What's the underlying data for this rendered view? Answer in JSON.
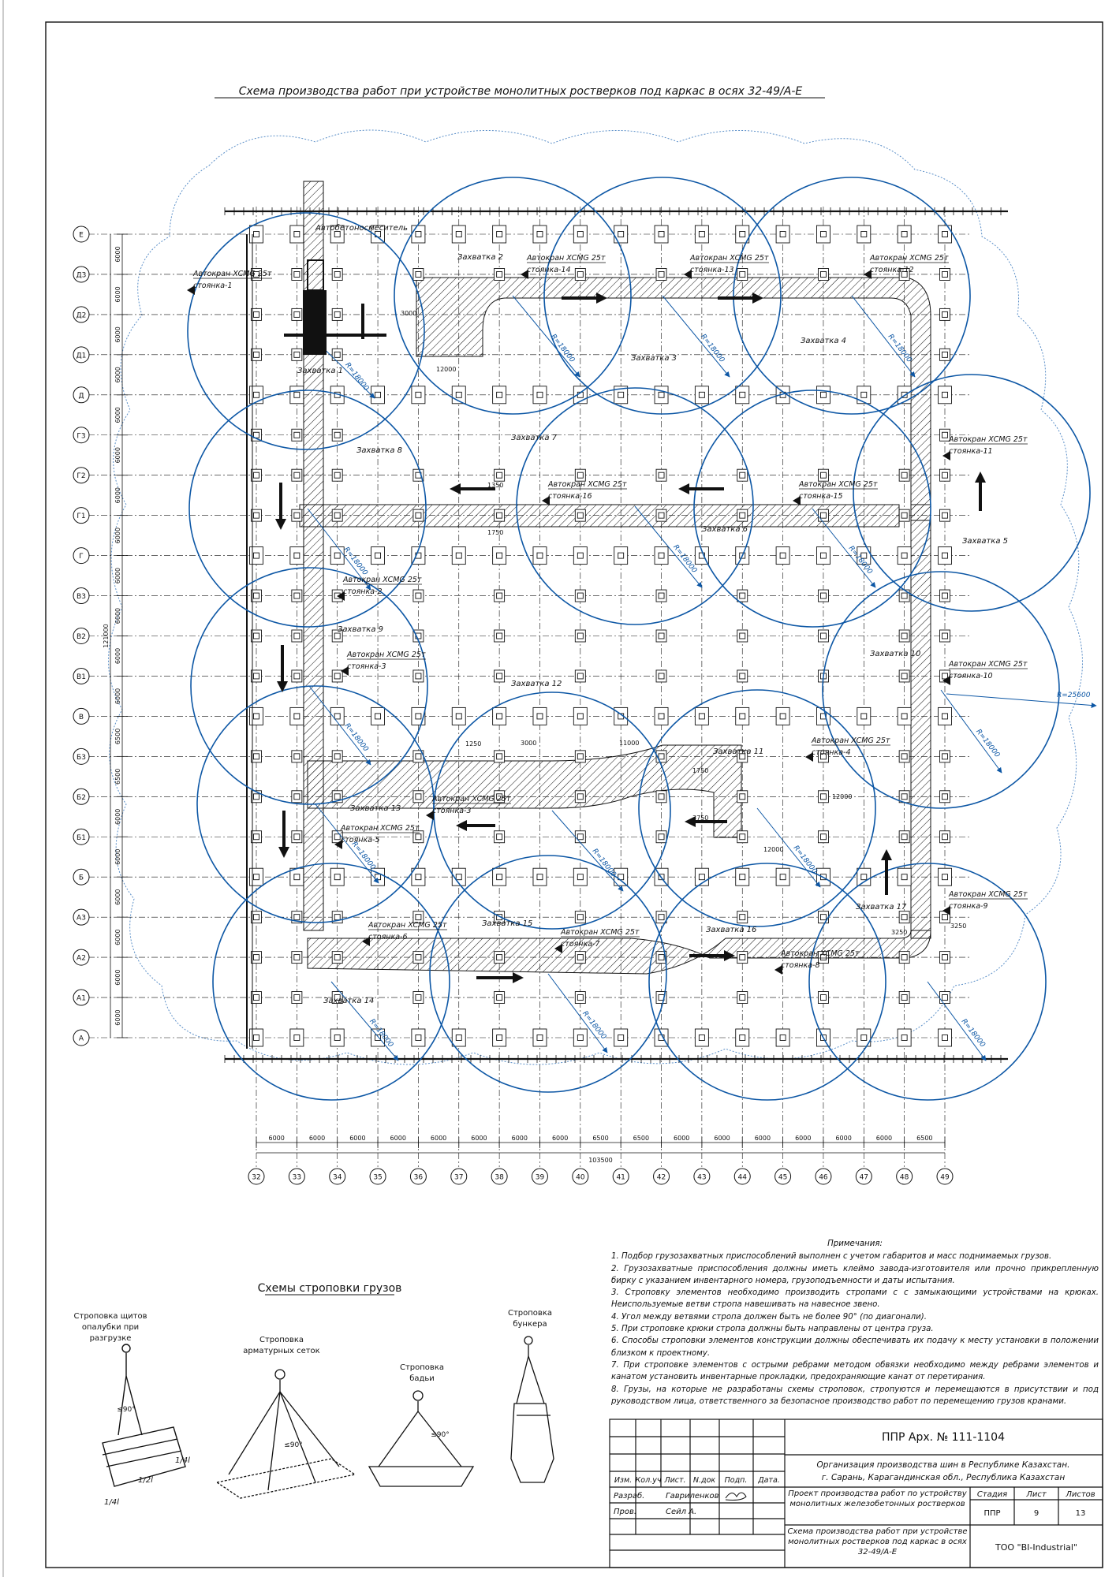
{
  "title": "Схема производства работ при устройстве монолитных ростверков под каркас в осях 32-49/А-Е",
  "row_axes": [
    "Е",
    "Д3",
    "Д2",
    "Д1",
    "Д",
    "Г3",
    "Г2",
    "Г1",
    "Г",
    "В3",
    "В2",
    "В1",
    "В",
    "Б3",
    "Б2",
    "Б1",
    "Б",
    "А3",
    "А2",
    "А1",
    "А"
  ],
  "row_dims": [
    "6000",
    "6000",
    "6000",
    "6000",
    "6000",
    "6000",
    "6000",
    "6000",
    "6000",
    "6000",
    "6000",
    "6000",
    "6500",
    "6500",
    "6000",
    "6000",
    "6000",
    "6000",
    "6000",
    "6000"
  ],
  "total_height_dim": "121000",
  "col_axes": [
    "32",
    "33",
    "34",
    "35",
    "36",
    "37",
    "38",
    "39",
    "40",
    "41",
    "42",
    "43",
    "44",
    "45",
    "46",
    "47",
    "48",
    "49"
  ],
  "col_dims": [
    "6000",
    "6000",
    "6000",
    "6000",
    "6000",
    "6000",
    "6000",
    "6000",
    "6500",
    "6500",
    "6000",
    "6000",
    "6000",
    "6000",
    "6000",
    "6000",
    "6500"
  ],
  "total_width_dim": "103500",
  "zones": [
    "Захватка 1",
    "Захватка 2",
    "Захватка 3",
    "Захватка 4",
    "Захватка 5",
    "Захватка 6",
    "Захватка 7",
    "Захватка 8",
    "Захватка 9",
    "Захватка 10",
    "Захватка 11",
    "Захватка 12",
    "Захватка 13",
    "Захватка 14",
    "Захватка 15",
    "Захватка 16",
    "Захватка 17"
  ],
  "cranes": [
    {
      "label": "Автокран XCMG 25т",
      "stand": "стоянка-1"
    },
    {
      "label": "Автокран XCMG 25т",
      "stand": "стоянка-14"
    },
    {
      "label": "Автокран XCMG 25т",
      "stand": "стоянка-13"
    },
    {
      "label": "Автокран XCMG 25т",
      "stand": "стоянка-12"
    },
    {
      "label": "Автокран XCMG 25т",
      "stand": "стоянка-11"
    },
    {
      "label": "Автокран XCMG 25т",
      "stand": "стоянка-16"
    },
    {
      "label": "Автокран XCMG 25т",
      "stand": "стоянка-15"
    },
    {
      "label": "Автокран XCMG 25т",
      "stand": "стоянка-2"
    },
    {
      "label": "Автокран XCMG 25т",
      "stand": "стоянка-3"
    },
    {
      "label": "Автокран XCMG 25т",
      "stand": "стоянка-10"
    },
    {
      "label": "Автокран XCMG 25т",
      "stand": "стоянка-4"
    },
    {
      "label": "Автокран XCMG 25т",
      "stand": "стоянка-3"
    },
    {
      "label": "Автокран XCMG 25т",
      "stand": "стоянка-5"
    },
    {
      "label": "Автокран XCMG 25т",
      "stand": "стоянка-9"
    },
    {
      "label": "Автокран XCMG 25т",
      "stand": "стоянка-6"
    },
    {
      "label": "Автокран XCMG 25т",
      "stand": "стоянка-7"
    },
    {
      "label": "Автокран XCMG 25т",
      "stand": "стоянка-8"
    }
  ],
  "radius_label": "R=18000",
  "outer_radius_label": "R=25600",
  "mixer_label": "Автобетоносмеситель",
  "misc_dims": [
    "12000",
    "3000",
    "1350",
    "1750",
    "1250",
    "3000",
    "11000",
    "1750",
    "3750",
    "12000",
    "12000",
    "3250",
    "3250"
  ],
  "slinging": {
    "heading": "Схемы строповки грузов",
    "items": [
      {
        "caption": "Строповка щитов опалубки при разгрузке",
        "angle": "≤90°"
      },
      {
        "caption": "Строповка арматурных сеток",
        "angle": "≤90°"
      },
      {
        "caption": "Строповка бадьи",
        "angle": "≤90°"
      },
      {
        "caption": "Строповка бункера",
        "angle": ""
      }
    ],
    "fractions": [
      "1/4l",
      "1/2l",
      "1/4l"
    ]
  },
  "notes": {
    "title": "Примечания:",
    "items": [
      "1. Подбор грузозахватных приспособлений выполнен с учетом габаритов и масс поднимаемых грузов.",
      "2. Грузозахватные приспособления должны иметь клеймо завода-изготовителя или прочно прикрепленную бирку с указанием инвентарного номера, грузоподъемности и даты испытания.",
      "3. Строповку элементов необходимо производить стропами с с замыкающими устройствами на крюках. Неиспользуемые ветви стропа навешивать на навесное звено.",
      "4. Угол между ветвями стропа должен быть не более 90° (по диагонали).",
      "5. При строповке крюки стропа должны быть направлены от центра груза.",
      "6. Способы строповки элементов конструкции должны обеспечивать их подачу к месту установки в положении близком к проектному.",
      "7. При строповке элементов с острыми ребрами методом обвязки необходимо между ребрами элементов и канатом установить инвентарные прокладки, предохраняющие канат от перетирания.",
      "8. Грузы, на которые не разработаны схемы строповок, стропуются и перемещаются в присутствии и под руководством лица, ответственного за безопасное производство работ по перемещению грузов кранами."
    ]
  },
  "stamp": {
    "doc_code": "ППР Арх. № 111-1104",
    "org_line1": "Организация производства шин в Республике Казахстан.",
    "org_line2": "г. Сарань, Карагандинская обл., Республика Казахстан",
    "cols": [
      "Изм.",
      "Кол.уч",
      "Лист.",
      "N.док",
      "Подп.",
      "Дата."
    ],
    "role1": "Разраб.",
    "name1": "Гавриленков",
    "role2": "Пров.",
    "name2": "Сейл А.",
    "project": "Проект производства работ по устройству монолитных железобетонных ростверков",
    "stage_label": "Стадия",
    "sheet_label": "Лист",
    "sheets_label": "Листов",
    "stage": "ППР",
    "sheet": "9",
    "sheets": "13",
    "drawing_title": "Схема производства работ при устройстве монолитных ростверков под каркас в осях 32-49/А-Е",
    "company": "ТОО \"BI-Industrial\""
  },
  "colors": {
    "crane_circle": "#0d57a5",
    "outer_boundary": "#5b8fc8",
    "line": "#111111"
  }
}
